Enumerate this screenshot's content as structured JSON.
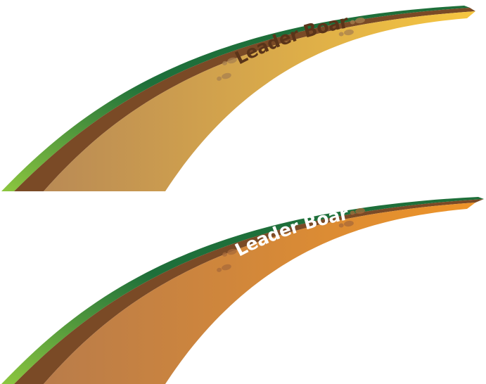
{
  "banners": [
    {
      "label": "Leader Board",
      "style": "yellow",
      "colors": {
        "fill_start": "#b98a55",
        "fill_end": "#f6c640",
        "label": "#5a3419",
        "edge": "#7a4a26",
        "grass_light": "#8cc63f",
        "grass_dark": "#1e6f3a",
        "footprint": "#a8804f"
      }
    },
    {
      "label": "Leader Board",
      "style": "orange",
      "colors": {
        "fill_start": "#b97c4a",
        "fill_end": "#ee9428",
        "label": "#ffffff",
        "edge": "#7a4a26",
        "grass_light": "#8cc63f",
        "grass_dark": "#1e6f3a",
        "footprint": "#a8693a"
      }
    }
  ]
}
